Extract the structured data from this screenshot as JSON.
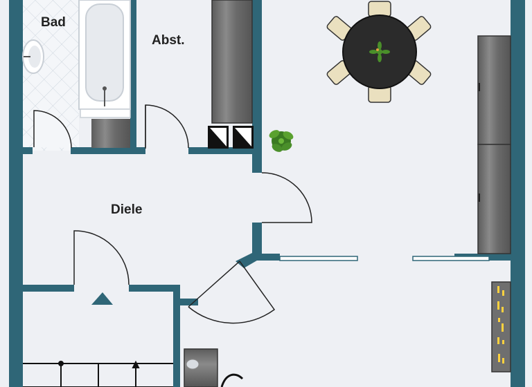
{
  "rooms": {
    "bath": "Bad",
    "storage": "Abst.",
    "hall": "Diele"
  },
  "icons": {
    "entrance_marker": "entrance-arrow-icon",
    "plant": "plant-icon",
    "table_centerpiece": "centerpiece-plant-icon"
  },
  "colors": {
    "wall": "#2f6677",
    "floor": "#eef0f4",
    "tile_line": "#cfd6df",
    "cabinet": "#6a6a6a",
    "chair": "#eae0bf",
    "table": "#2b2b2b",
    "plant": "#4a8f2a"
  }
}
